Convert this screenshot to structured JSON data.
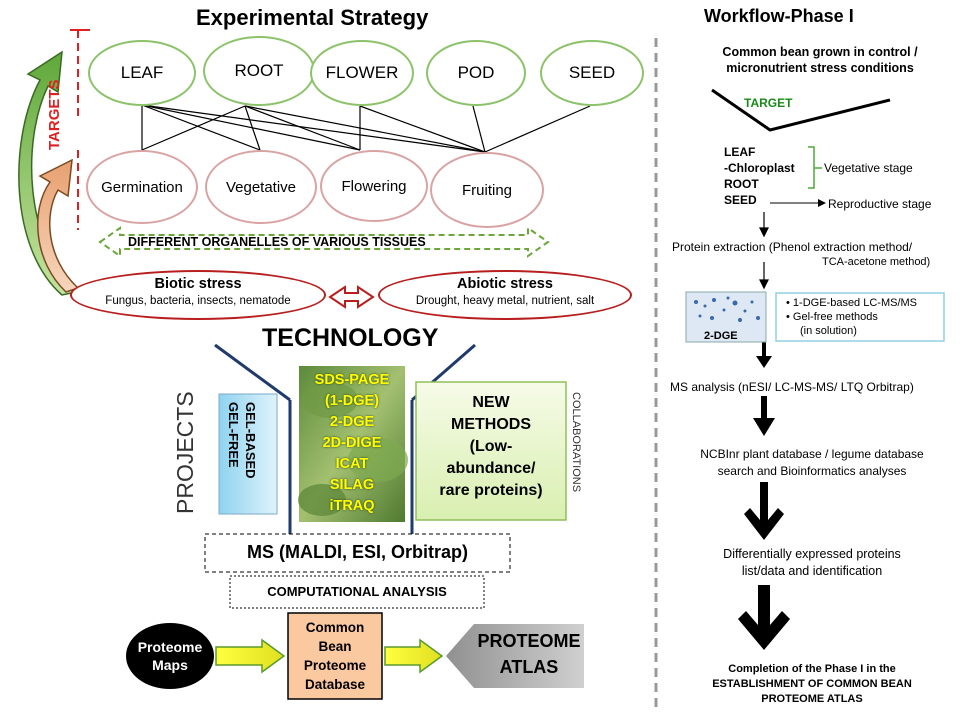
{
  "left": {
    "title": "Experimental Strategy",
    "targets_label": "TARGETS",
    "organs": [
      "LEAF",
      "ROOT",
      "FLOWER",
      "POD",
      "SEED"
    ],
    "stages": [
      "Germination",
      "Vegetative",
      "Flowering",
      "Fruiting"
    ],
    "organelles": "DIFFERENT ORGANELLES OF VARIOUS TISSUES",
    "biotic": {
      "title": "Biotic stress",
      "items": "Fungus, bacteria, insects, nematode"
    },
    "abiotic": {
      "title": "Abiotic stress",
      "items": "Drought, heavy metal, nutrient, salt"
    },
    "technology": "TECHNOLOGY",
    "projects": "PROJECTS",
    "gel_lines": [
      "GEL-BASED",
      "GEL-FREE"
    ],
    "techniques": [
      "SDS-PAGE",
      "(1-DGE)",
      "2-DGE",
      "2D-DIGE",
      "ICAT",
      "SILAG",
      "iTRAQ"
    ],
    "new_methods": [
      "NEW",
      "METHODS",
      "(Low-",
      "abundance/",
      "rare proteins)"
    ],
    "collaborations": "COLLABORATIONS",
    "ms": "MS (MALDI, ESI, Orbitrap)",
    "computational": "COMPUTATIONAL ANALYSIS",
    "proteome_maps": [
      "Proteome",
      "Maps"
    ],
    "database": [
      "Common",
      "Bean",
      "Proteome",
      "Database"
    ],
    "atlas": [
      "PROTEOME",
      "ATLAS"
    ]
  },
  "right": {
    "title": "Workflow-Phase I",
    "grown": [
      "Common bean grown in control /",
      "micronutrient stress conditions"
    ],
    "target": "TARGET",
    "tissues": [
      "LEAF",
      "-Chloroplast",
      "ROOT",
      "SEED"
    ],
    "vegetative": "Vegetative stage",
    "reproductive": "Reproductive stage",
    "extraction": [
      "Protein extraction (Phenol extraction method/",
      "TCA-acetone method)"
    ],
    "gel_label": "2-DGE",
    "methods": [
      "1-DGE-based LC-MS/MS",
      "Gel-free methods",
      "(in solution)"
    ],
    "ms_analysis": "MS analysis (nESI/ LC-MS-MS/ LTQ Orbitrap)",
    "database": [
      "NCBInr plant database / legume database",
      "search and Bioinformatics analyses"
    ],
    "differential": [
      "Differentially expressed proteins",
      "list/data and identification"
    ],
    "completion": [
      "Completion of the Phase I in the",
      "ESTABLISHMENT OF COMMON BEAN",
      "PROTEOME ATLAS"
    ]
  },
  "colors": {
    "green_border": "#8cc36a",
    "pink_border": "#d9a3a3",
    "stress_border": "#b81e1e",
    "targets_red": "#e02020",
    "navy": "#1f3a6b",
    "technique_yellow": "#ffff00",
    "db_fill": "#fbc9a0",
    "gel_fill": "#bfe6f7",
    "new_fill": "#e8f5d0"
  }
}
